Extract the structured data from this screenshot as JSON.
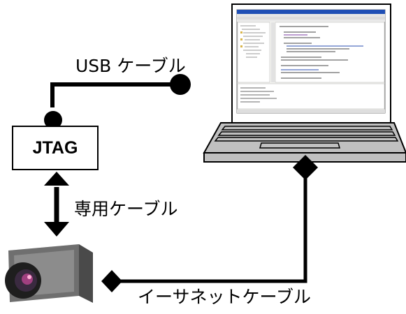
{
  "labels": {
    "usb_cable": "USB ケーブル",
    "jtag": "JTAG",
    "dedicated_cable": "専用ケーブル",
    "ethernet_cable": "イーサネットケーブル"
  },
  "colors": {
    "line": "#000000",
    "laptop_body": "#c0c0c0",
    "screen_bezel": "#ffffff",
    "ide_title_bar": "#1f4fb5"
  },
  "icons": {
    "laptop": "laptop-icon",
    "camera": "camera-icon",
    "connector_dot": "circle-connector-icon",
    "connector_diamond": "diamond-connector-icon",
    "double_arrow": "double-arrow-icon"
  }
}
